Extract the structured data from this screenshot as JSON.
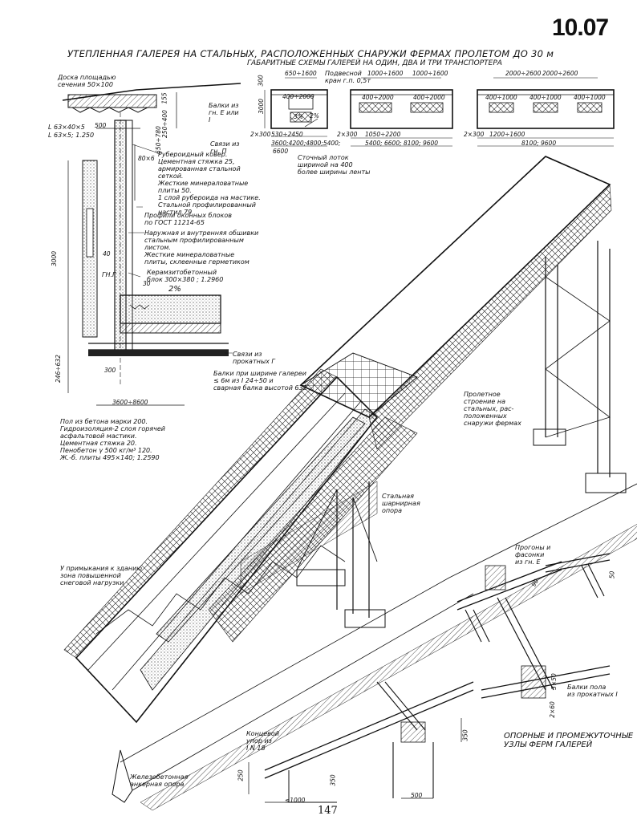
{
  "sheet_number": "10.07",
  "title": "УТЕПЛЕННАЯ ГАЛЕРЕЯ НА СТАЛЬНЫХ, РАСПОЛОЖЕННЫХ СНАРУЖИ ФЕРМАХ ПРОЛЕТОМ ДО 30 м",
  "subtitle": "ГАБАРИТНЫЕ СХЕМЫ ГАЛЕРЕЙ НА ОДИН, ДВА И ТРИ ТРАНСПОРТЕРА",
  "section": {
    "board": "Доска площадью сечения 50×100",
    "angle1": "L 63×40×5",
    "angle2": "L 63×5; 1.250",
    "dim_500": "500",
    "dim_650_780": "650÷780",
    "dim_3000": "3000",
    "dim_246_632": "246÷632",
    "dim_300": "300",
    "dim_span": "3600÷8600",
    "dim_40": "40",
    "dim_30": "30",
    "dim_80x6": "80×6",
    "dim_155": "155",
    "dim_250_400": "250÷400",
    "gn": "ГН.Г",
    "beams_note": "Балки из гн. Е или I",
    "ties_note": "Связи из гн. П",
    "roof": [
      "Рубероидный ковер.",
      "Цементная стяжка 25,",
      "армированная стальной",
      "сеткой.",
      "Жесткие минераловатные",
      "плиты 50.",
      "1 слой рубероида на мастике.",
      "Стальной профилированный",
      "настил 79"
    ],
    "windows": [
      "Профили оконных блоков",
      "по ГОСТ 11214-65"
    ],
    "cladding": [
      "Наружная и внутренняя обшивки",
      "стальным профилированным",
      "листом.",
      "Жесткие минераловатные",
      "плиты, склеенные герметиком"
    ],
    "block": [
      "Керамзитобетонный",
      "блок 300×380 ; 1.2960"
    ],
    "slope": "2%",
    "ties_rolled": [
      "Связи из",
      "прокатных Г"
    ],
    "floor_beams": [
      "Балки при ширине галереи",
      "≤ 6м из I 24÷50 и",
      "сварная балка высотой 632"
    ],
    "floor": [
      "Пол из бетона марки 200.",
      "Гидроизоляция-2 слоя горячей",
      "асфальтовой мастики.",
      "Цементная стяжка 20.",
      "Пенобетон γ 500 кг/м³ 120.",
      "Ж.-б. плиты 495×140; 1.2590"
    ]
  },
  "schemes": {
    "s1": {
      "top": "650÷1600",
      "crane": [
        "Подвесной",
        "кран г.п. 0,5т"
      ],
      "inner": "400÷2000",
      "pct": "3%",
      "slope": "2%",
      "h": "3000",
      "left": "2×300",
      "bot1": "530÷2450",
      "bot2": "3600;4200;4800;5400;",
      "total": "6600",
      "dim_300": "300"
    },
    "s2": {
      "top1": "1000÷1600",
      "top2": "1000÷1600",
      "inner1": "400÷2000",
      "inner2": "400÷2000",
      "left": "2×300",
      "bot1": "1050÷2200",
      "bot2": "5400; 6600; 8100; 9600"
    },
    "s3": {
      "top1": "2000÷2600",
      "top2": "2000÷2600",
      "inner1": "400÷1000",
      "inner2": "400÷1000",
      "inner3": "400÷1000",
      "left": "2×300",
      "bot1": "1200÷1600",
      "bot2": "8100; 9600"
    },
    "drain": [
      "Сточный лоток",
      "шириной на 400",
      "более ширины ленты"
    ]
  },
  "isometric": {
    "span_note": [
      "Пролетное",
      "строение на",
      "стальных, рас-",
      "положенных",
      "снаружи фермах"
    ],
    "support_note": [
      "Стальная",
      "шарнирная",
      "опора"
    ],
    "building_note": [
      "У примыкания к зданию",
      "зона повышенной",
      "снеговой нагрузки"
    ],
    "anchor_note": [
      "Железобетонная",
      "анкерная опора"
    ]
  },
  "details": {
    "purlins": [
      "Прогоны и",
      "фасонки",
      "из гн. Е"
    ],
    "dim_90": "90",
    "dim_50": "50",
    "dim_3x50": "3×50",
    "dim_2x60": "2×60",
    "floor_beams": [
      "Балки пола",
      "из прокатных I"
    ],
    "stop": [
      "Концевой",
      "упор из",
      "I N 18"
    ],
    "dim_350": "350",
    "dim_500": "500",
    "dim_1000": "≤1000",
    "dim_250": "250",
    "dim_350b": "350",
    "caption": [
      "ОПОРНЫЕ И ПРОМЕЖУТОЧНЫЕ",
      "УЗЛЫ ФЕРМ ГАЛЕРЕЙ"
    ]
  },
  "page_number": "147"
}
